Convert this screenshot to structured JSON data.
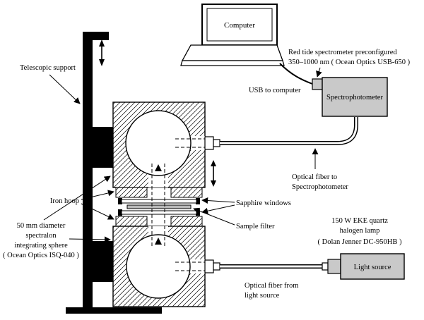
{
  "labels": {
    "computer": "Computer",
    "usb": "USB to computer",
    "spectrometer_desc": [
      "Red tide spectrometer preconfigured",
      "350–1000 nm ( Ocean Optics USB-650 )"
    ],
    "spectrophotometer": "Spectrophotometer",
    "telescopic_support": "Telescopic support",
    "iron_hoop": "Iron hoop",
    "sapphire_windows": "Sapphire windows",
    "sample_filter": "Sample filter",
    "integrating_sphere": [
      "50 mm diameter",
      "spectralon",
      "integrating sphere",
      "( Ocean Optics ISQ-040 )"
    ],
    "fiber_to_spectrophotometer": [
      "Optical fiber to",
      "Spectrophotometer"
    ],
    "halogen_lamp": [
      "150 W EKE quartz",
      "halogen lamp",
      "( Dolan Jenner DC-950HB )"
    ],
    "light_source": "Light source",
    "fiber_from_light_source": [
      "Optical fiber from",
      "light source"
    ]
  },
  "colors": {
    "device_fill": "#c9c9c9",
    "filter_fill": "#b9b9b9",
    "stroke": "#000000",
    "background": "#ffffff"
  }
}
